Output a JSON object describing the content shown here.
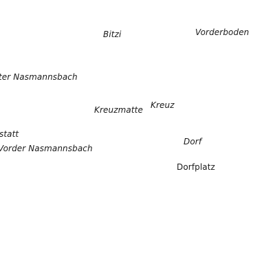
{
  "map": {
    "labels": {
      "bitzi": "Bitzi",
      "vorderboden": "Vorderboden",
      "hinter_nasmannsbach": "ter Nasmannsbach",
      "kreuzmatte": "Kreuzmatte",
      "kreuz": "Kreuz",
      "statt": "statt",
      "vorder_nasmannsbach": "Vorder Nasmannsbach",
      "dorf": "Dorf",
      "dorfplatz": "Dorfplatz"
    }
  }
}
